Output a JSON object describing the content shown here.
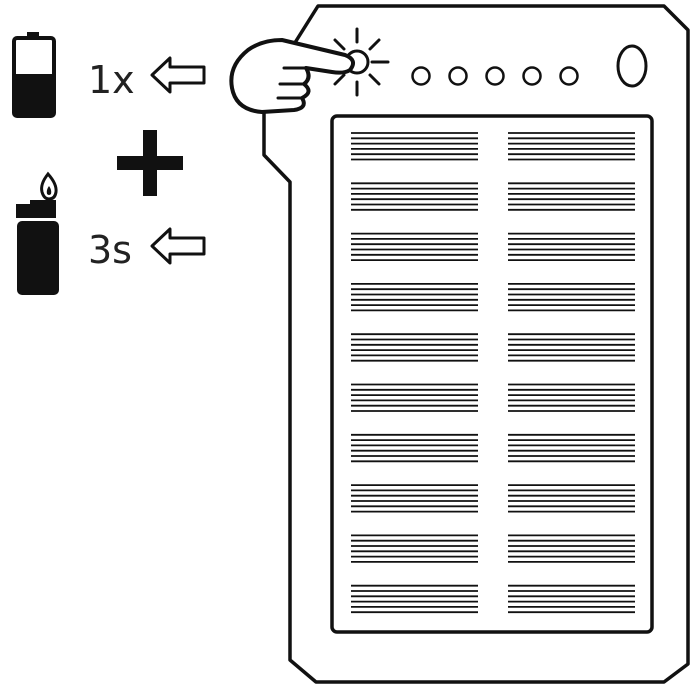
{
  "instructions": {
    "press_count": "1x",
    "hold_duration": "3s"
  },
  "device": {
    "indicator_led_count": 5
  },
  "colors": {
    "ink": "#111111",
    "background": "#ffffff"
  },
  "icons": [
    "battery-icon",
    "plus-icon",
    "lighter-icon",
    "flame-icon",
    "arrow-left-icon",
    "pointing-hand-icon",
    "light-burst-icon",
    "power-button-icon"
  ]
}
